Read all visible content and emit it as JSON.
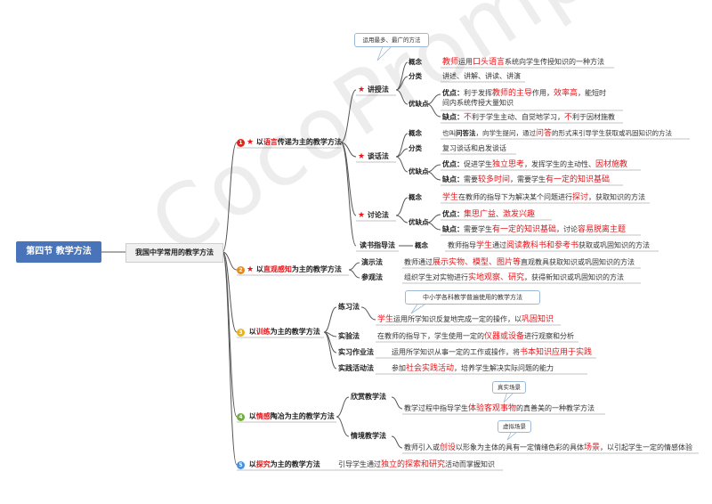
{
  "root": "第四节 教学方法",
  "sub": "我国中学常用的教学方法",
  "colors": {
    "root_bg": "#4a74b9",
    "accent": "#e8161b",
    "line": "#555555",
    "bubble_border": "#9bb9d6"
  },
  "branch1": {
    "num": "1",
    "pre": "以",
    "em": "语言",
    "post": "传递为主的教学方法",
    "bubble": "运用最多、最广的方法",
    "m1": {
      "name": "讲授法",
      "concept_label": "概念",
      "concept": {
        "a": "教师",
        "b": "运用",
        "c": "口头语言",
        "d": "系统向学生传授知识的一种方法"
      },
      "class_label": "分类",
      "class": "讲述、讲解、讲读、讲演",
      "pc_label": "优缺点",
      "pros_label": "优点：",
      "pros": {
        "a": "利于发挥",
        "b": "教师的主导",
        "c": "作用，",
        "d": "效率高",
        "e": "，能短时"
      },
      "pros2": "间内系统传授大量知识",
      "cons_label": "缺点：",
      "cons": {
        "a": "不",
        "b": "利于学生主动、自觉地学习，",
        "c": "不",
        "d": "利于因材施教"
      }
    },
    "m2": {
      "name": "谈话法",
      "concept_label": "概念",
      "concept": {
        "a": "也叫",
        "b": "问答法",
        "c": "，向学生提问，通过",
        "d": "问答",
        "e": "的形式来引导学生获取或巩固知识的方法"
      },
      "class_label": "分类",
      "class": "复习谈话和启发谈话",
      "pc_label": "优缺点",
      "pros_label": "优点：",
      "pros": {
        "a": "促进学生",
        "b": "独立思考",
        "c": "，发挥学生的主动性、",
        "d": "因材施教"
      },
      "cons_label": "缺点：",
      "cons": {
        "a": "需要",
        "b": "较多时间",
        "c": "，需要学生",
        "d": "有一定的知识基础"
      }
    },
    "m3": {
      "name": "讨论法",
      "concept_label": "概念",
      "concept": {
        "a": "学生",
        "b": "在教师的指导下为解决某个问题进行",
        "c": "探讨",
        "d": "，获取知识的方法"
      },
      "pc_label": "优缺点",
      "pros_label": "优点：",
      "pros": {
        "a": "集思广益",
        "b": "、",
        "c": "激发兴趣"
      },
      "cons_label": "缺点：",
      "cons": {
        "a": "需要学生",
        "b": "有一定的知识基础",
        "c": "，讨论",
        "d": "容易脱离主题"
      }
    },
    "m4": {
      "name": "读书指导法",
      "concept_label": "概念",
      "concept": {
        "a": "教师指导",
        "b": "学生",
        "c": "通过",
        "d": "阅读教科书和参考书",
        "e": "获取或巩固知识的方法"
      }
    }
  },
  "branch2": {
    "num": "2",
    "pre": "以",
    "em": "直观感知",
    "post": "为主的教学方法",
    "m1": {
      "name": "演示法",
      "desc": {
        "a": "教师通过",
        "b": "展示实物、模型、图片等",
        "c": "直观教具获取知识或巩固知识的方法"
      }
    },
    "m2": {
      "name": "参观法",
      "desc": {
        "a": "组织学生对实物进行",
        "b": "实地观察、研究",
        "c": "，获得新知识或巩固知识的方法"
      }
    }
  },
  "branch3": {
    "num": "3",
    "pre": "以",
    "em": "训练",
    "post": "为主的教学方法",
    "bubble": "中小学各科教学普遍使用的教学方法",
    "m1": {
      "name": "练习法",
      "desc": {
        "a": "学生",
        "b": "运用所学知识反复地完成一定的操作，以",
        "c": "巩固知识"
      }
    },
    "m2": {
      "name": "实验法",
      "desc": {
        "a": "在教师的指导下，学生使用一定的",
        "b": "仪器或设备",
        "c": "进行观察和分析"
      }
    },
    "m3": {
      "name": "实习作业法",
      "desc": {
        "a": "运用所学知识从事一定的工作或操作，将",
        "b": "书本知识应用于实践"
      }
    },
    "m4": {
      "name": "实践活动法",
      "desc": {
        "a": "参加",
        "b": "社会实践活动",
        "c": "，培养学生解决实际问题的能力"
      }
    }
  },
  "branch4": {
    "num": "4",
    "pre": "以",
    "em": "情感",
    "post": "陶冶为主的教学方法",
    "m1": {
      "name": "欣赏教学法",
      "bubble": "真实场景",
      "desc": {
        "a": "教学过程中指导学生",
        "b": "体验客观事物",
        "c": "的真善美的一种教学方法"
      }
    },
    "m2": {
      "name": "情境教学法",
      "bubble": "虚拟场景",
      "desc": {
        "a": "教师引入或",
        "b": "创设",
        "c": "以形象为主体的具有一定情绪色彩的具体",
        "d": "场景",
        "e": "，以引起学生一定的情感体验"
      }
    }
  },
  "branch5": {
    "num": "5",
    "pre": "以",
    "em": "探究",
    "post": "为主的教学方法",
    "desc": {
      "a": "引导学生通过",
      "b": "独立的探索和研究",
      "c": "活动而掌握知识"
    }
  },
  "watermark": "CocoPrompt"
}
